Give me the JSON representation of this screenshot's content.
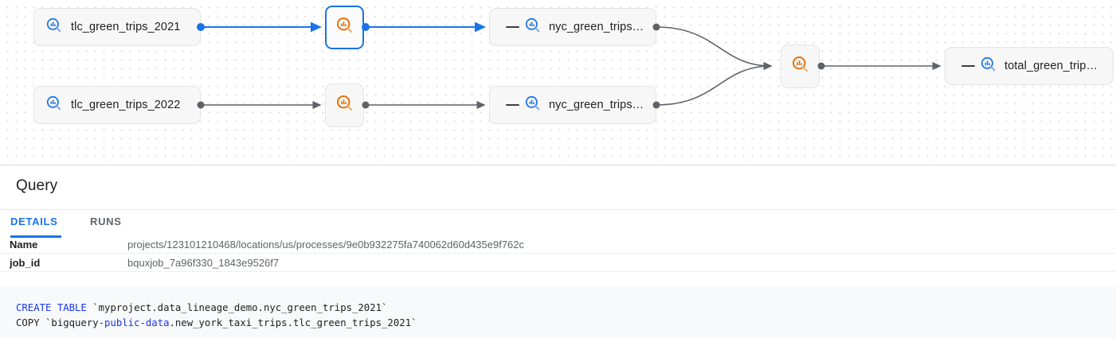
{
  "graph": {
    "nodes": [
      {
        "id": "tlc2021",
        "label": "tlc_green_trips_2021",
        "icon": "table-search-icon",
        "kind": "dataset",
        "selected": false,
        "collapsible": false
      },
      {
        "id": "tlc2022",
        "label": "tlc_green_trips_2022",
        "icon": "table-search-icon",
        "kind": "dataset",
        "selected": false,
        "collapsible": false
      },
      {
        "id": "proc1",
        "label": "",
        "icon": "process-search-icon",
        "kind": "process",
        "selected": true,
        "collapsible": false
      },
      {
        "id": "proc2",
        "label": "",
        "icon": "process-search-icon",
        "kind": "process",
        "selected": false,
        "collapsible": false
      },
      {
        "id": "nyc1",
        "label": "nyc_green_trips…",
        "icon": "table-search-icon",
        "kind": "dataset",
        "selected": false,
        "collapsible": true
      },
      {
        "id": "nyc2",
        "label": "nyc_green_trips…",
        "icon": "table-search-icon",
        "kind": "dataset",
        "selected": false,
        "collapsible": true
      },
      {
        "id": "proc3",
        "label": "",
        "icon": "process-search-icon",
        "kind": "process",
        "selected": false,
        "collapsible": false
      },
      {
        "id": "total",
        "label": "total_green_trip…",
        "icon": "table-search-icon",
        "kind": "dataset",
        "selected": false,
        "collapsible": true
      }
    ],
    "edges": [
      {
        "from": "tlc2021",
        "to": "proc1",
        "highlighted": true
      },
      {
        "from": "proc1",
        "to": "nyc1",
        "highlighted": true
      },
      {
        "from": "tlc2022",
        "to": "proc2",
        "highlighted": false
      },
      {
        "from": "proc2",
        "to": "nyc2",
        "highlighted": false
      },
      {
        "from": "nyc1",
        "to": "proc3",
        "highlighted": false
      },
      {
        "from": "nyc2",
        "to": "proc3",
        "highlighted": false
      },
      {
        "from": "proc3",
        "to": "total",
        "highlighted": false
      }
    ],
    "colors": {
      "dataset_icon": "#1a73e8",
      "process_icon": "#e8710a",
      "selected_border": "#1a73e8",
      "edge": "#5f6368",
      "edge_highlight": "#1a73e8",
      "canvas_dot": "#d7d7d7",
      "node_fill": "#f7f7f7"
    }
  },
  "panel": {
    "title": "Query",
    "drag_handle": "resize-handle",
    "tabs": [
      {
        "id": "details",
        "label": "DETAILS",
        "active": true
      },
      {
        "id": "runs",
        "label": "RUNS",
        "active": false
      }
    ],
    "details": {
      "rows": [
        {
          "key": "Name",
          "value": "projects/123101210468/locations/us/processes/9e0b932275fa740062d60d435e9f762c"
        },
        {
          "key": "job_id",
          "value": "bquxjob_7a96f330_1843e9526f7"
        }
      ]
    },
    "sql": {
      "line1_keyword": "CREATE TABLE",
      "line1_rest": " `myproject.data_lineage_demo.nyc_green_trips_2021`",
      "line2_prefix": "COPY `bigquery",
      "line2_highlight": "-public-data",
      "line2_rest": ".new_york_taxi_trips.tlc_green_trips_2021`"
    }
  }
}
